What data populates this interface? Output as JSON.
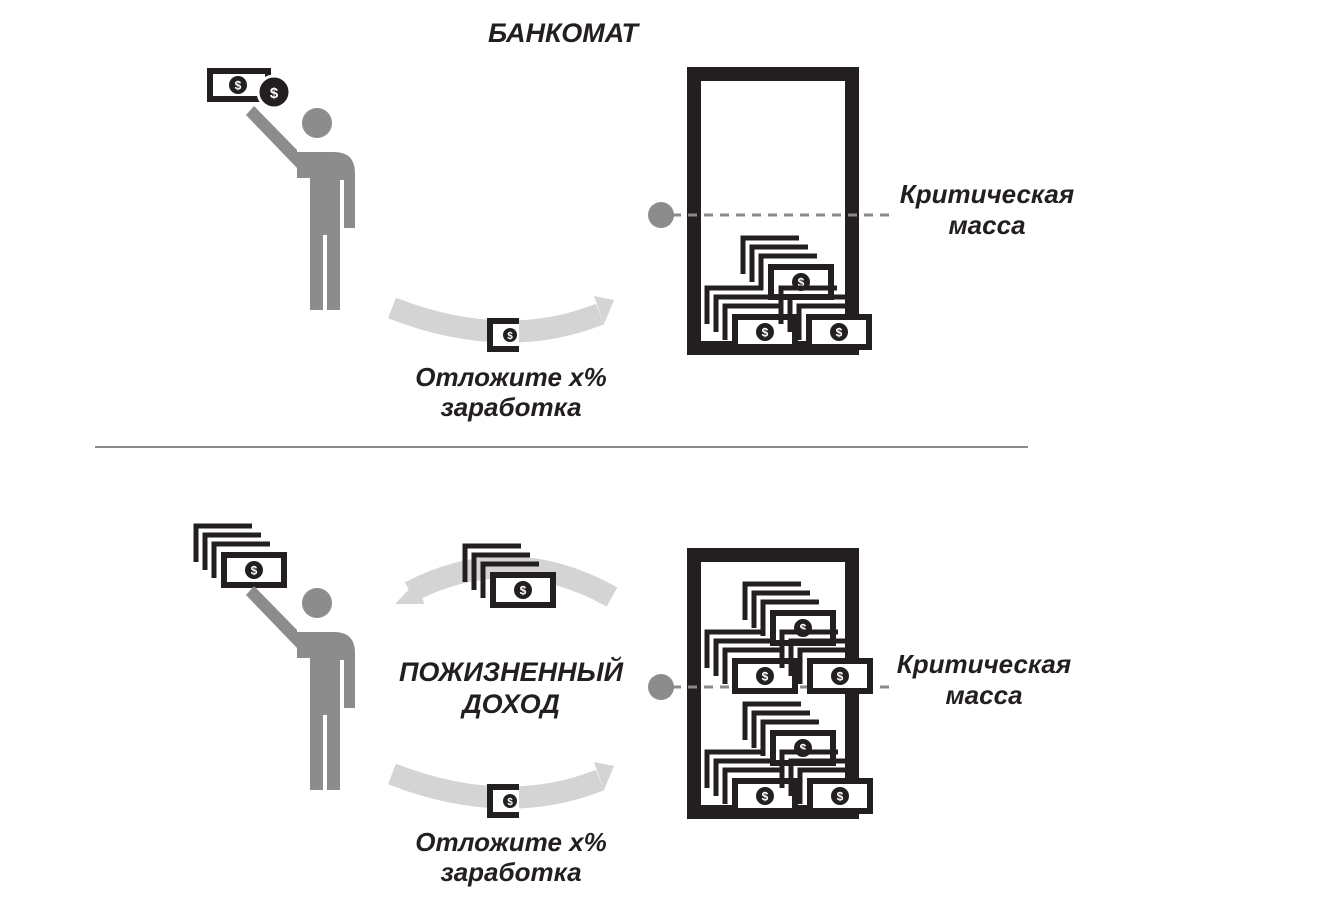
{
  "top_panel": {
    "title": "БАНКОМАТ",
    "flow_caption": [
      "Отложите x%",
      "заработка"
    ],
    "threshold_label": [
      "Критическая",
      "масса"
    ]
  },
  "bottom_panel": {
    "center_title": [
      "ПОЖИЗНЕННЫЙ",
      "ДОХОД"
    ],
    "flow_caption": [
      "Отложите x%",
      "заработка"
    ],
    "threshold_label": [
      "Критическая",
      "масса"
    ]
  },
  "icons": {
    "person": "person-icon",
    "cash": "cash-stack-icon",
    "coin": "dollar-coin-icon",
    "atm": "atm-icon",
    "arrow": "curved-arrow-icon",
    "threshold": "threshold-marker-icon"
  },
  "colors": {
    "ink": "#231f20",
    "person": "#8c8c8c",
    "arrow": "#d4d4d4",
    "divider": "#8a8a8a",
    "dashed_line": "#8a8a8a"
  }
}
